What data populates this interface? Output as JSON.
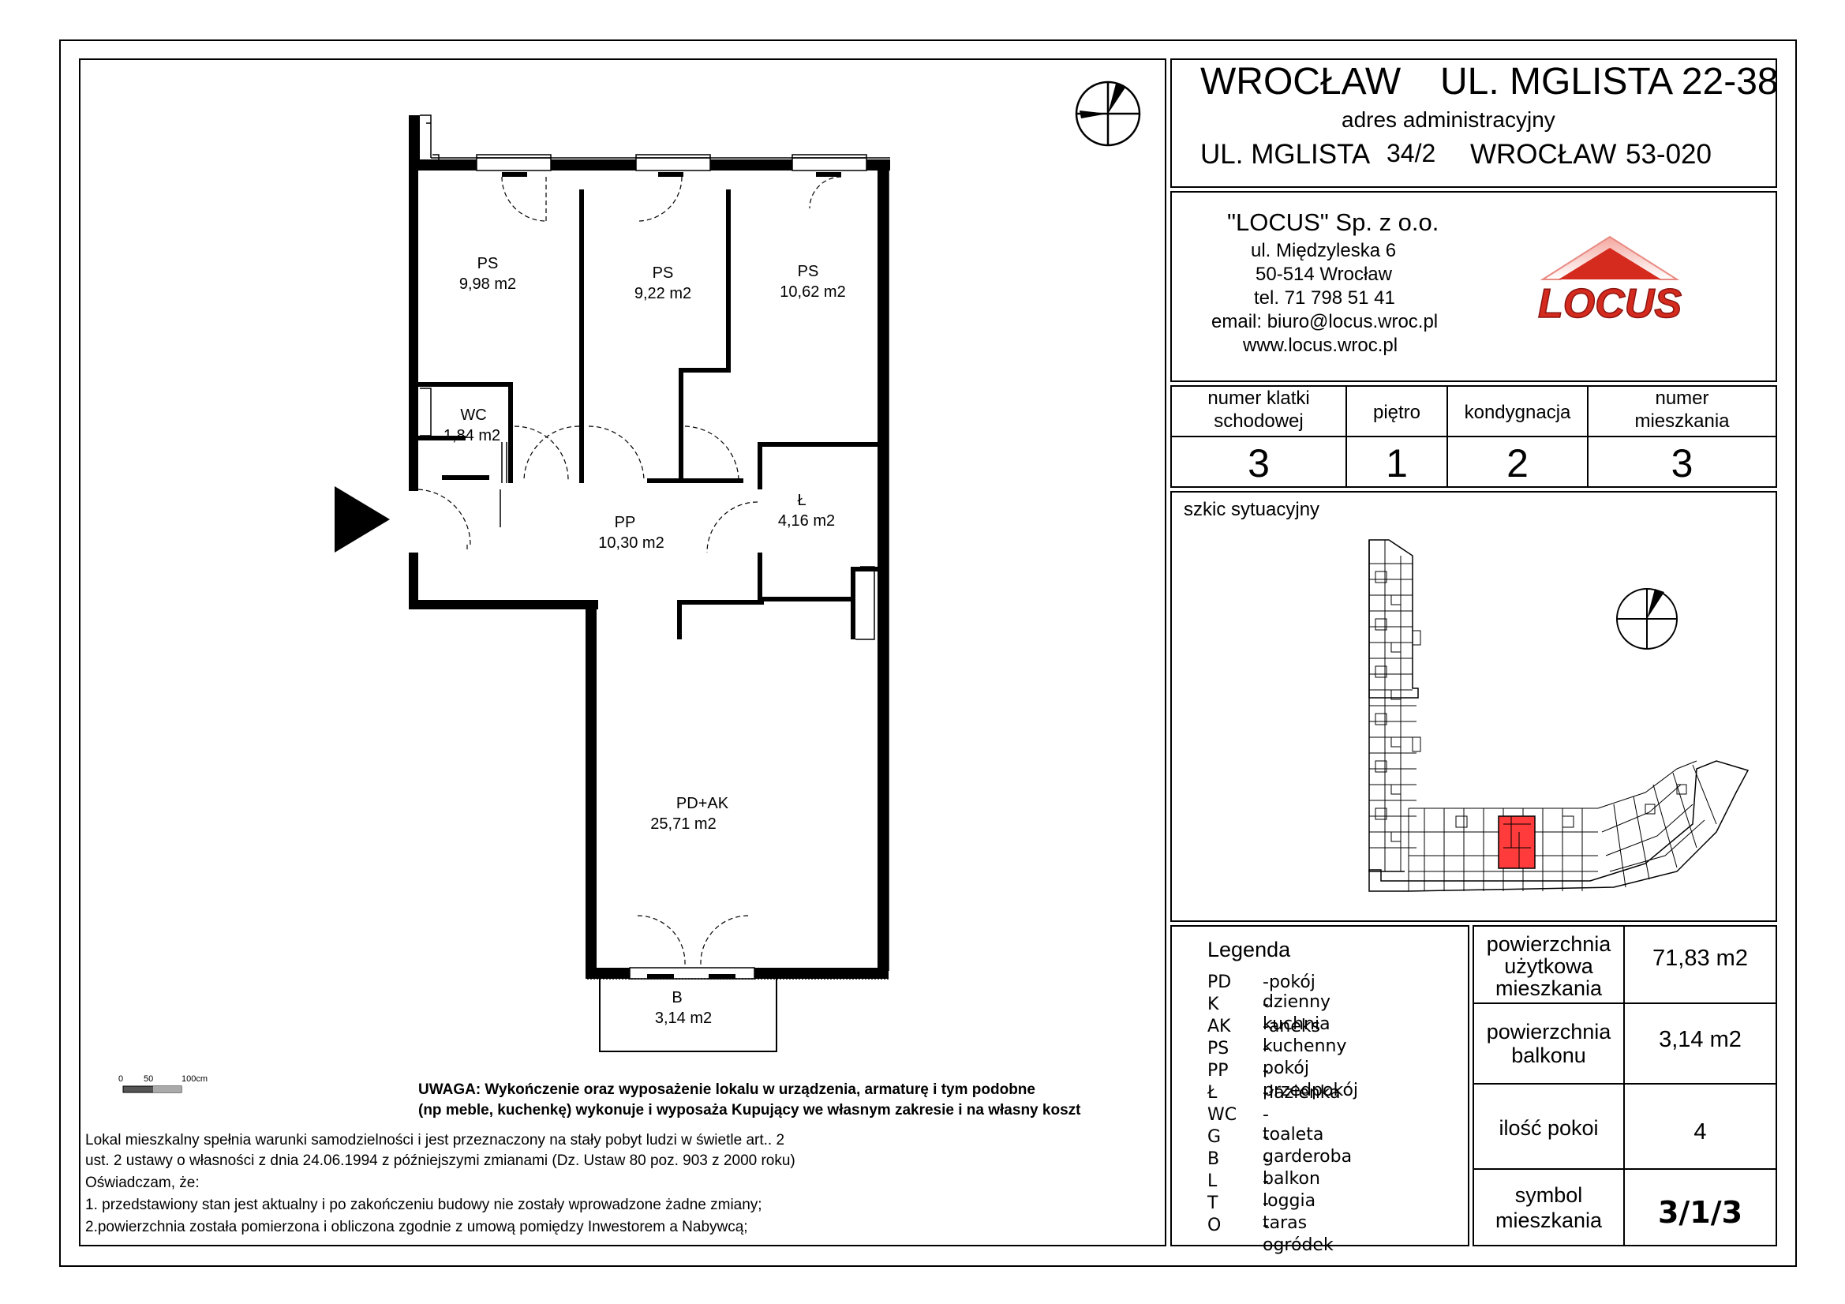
{
  "header": {
    "city": "WROCŁAW",
    "street": "UL. MGLISTA 22-38",
    "admin_label": "adres administracyjny",
    "admin_street": "UL. MGLISTA",
    "admin_number": "34/2",
    "admin_city": "WROCŁAW",
    "admin_postcode": "53-020"
  },
  "company": {
    "name": "\"LOCUS\" Sp. z o.o.",
    "address1": "ul. Międzyleska 6",
    "address2": "50-514 Wrocław",
    "phone": "tel. 71 798 51 41",
    "email": "email: biuro@locus.wroc.pl",
    "www": "www.locus.wroc.pl",
    "logo_text": "LOCUS",
    "logo_color": "#d52b1e"
  },
  "info_table": {
    "headers": [
      "numer klatki schodowej",
      "piętro",
      "kondygnacja",
      "numer mieszkania"
    ],
    "header_lines": [
      [
        "numer klatki",
        "schodowej"
      ],
      [
        "piętro"
      ],
      [
        "kondygnacja"
      ],
      [
        "numer",
        "mieszkania"
      ]
    ],
    "values": [
      "3",
      "1",
      "2",
      "3"
    ]
  },
  "site_plan": {
    "label": "szkic sytuacyjny",
    "highlight_color": "#ff3b3b"
  },
  "legend": {
    "title": "Legenda",
    "items": [
      {
        "code": "PD",
        "desc": "-pokój dzienny"
      },
      {
        "code": "K",
        "desc": "-kuchnia"
      },
      {
        "code": "AK",
        "desc": "-aneks kuchenny"
      },
      {
        "code": "PS",
        "desc": "-pokój"
      },
      {
        "code": "PP",
        "desc": "-przedpokój"
      },
      {
        "code": "Ł",
        "desc": "-łazienka"
      },
      {
        "code": "WC",
        "desc": "-toaleta"
      },
      {
        "code": "G",
        "desc": "-garderoba"
      },
      {
        "code": "B",
        "desc": "-balkon"
      },
      {
        "code": "L",
        "desc": "-loggia"
      },
      {
        "code": "T",
        "desc": "-taras"
      },
      {
        "code": "O",
        "desc": "-ogródek"
      }
    ]
  },
  "summary": {
    "usable_area_lines": [
      "powierzchnia",
      "użytkowa",
      "mieszkania"
    ],
    "usable_area_value": "71,83 m2",
    "balcony_lines": [
      "powierzchnia",
      "balkonu"
    ],
    "balcony_value": "3,14 m2",
    "rooms_label": "ilość pokoi",
    "rooms_value": "4",
    "symbol_lines": [
      "symbol",
      "mieszkania"
    ],
    "symbol_value": "3/1/3"
  },
  "rooms": [
    {
      "code": "PS",
      "area": "9,98 m2"
    },
    {
      "code": "PS",
      "area": "9,22 m2"
    },
    {
      "code": "PS",
      "area": "10,62 m2"
    },
    {
      "code": "WC",
      "area": "1,84 m2"
    },
    {
      "code": "PP",
      "area": "10,30 m2"
    },
    {
      "code": "Ł",
      "area": "4,16 m2"
    },
    {
      "code": "PD+AK",
      "area": "25,71 m2"
    },
    {
      "code": "B",
      "area": "3,14 m2"
    }
  ],
  "scale_bar": {
    "labels": [
      "0",
      "50",
      "100cm"
    ]
  },
  "notice": {
    "line1": "UWAGA: Wykończenie oraz wyposażenie lokalu w urządzenia, armaturę i tym podobne",
    "line2": "(np meble, kuchenkę) wykonuje i wyposaża Kupujący we własnym zakresie i na własny koszt"
  },
  "declarations": [
    "Lokal mieszkalny spełnia warunki samodzielności i jest przeznaczony na stały pobyt ludzi w świetle art.. 2",
    "ust. 2 ustawy o własności z dnia 24.06.1994  z późniejszymi zmianami (Dz. Ustaw 80 poz. 903 z 2000 roku)",
    "Oświadczam, że:",
    "1. przedstawiony stan jest aktualny i po zakończeniu budowy nie zostały wprowadzone żadne zmiany;",
    "2.powierzchnia została pomierzona i obliczona zgodnie z umową pomiędzy Inwestorem a Nabywcą;"
  ]
}
